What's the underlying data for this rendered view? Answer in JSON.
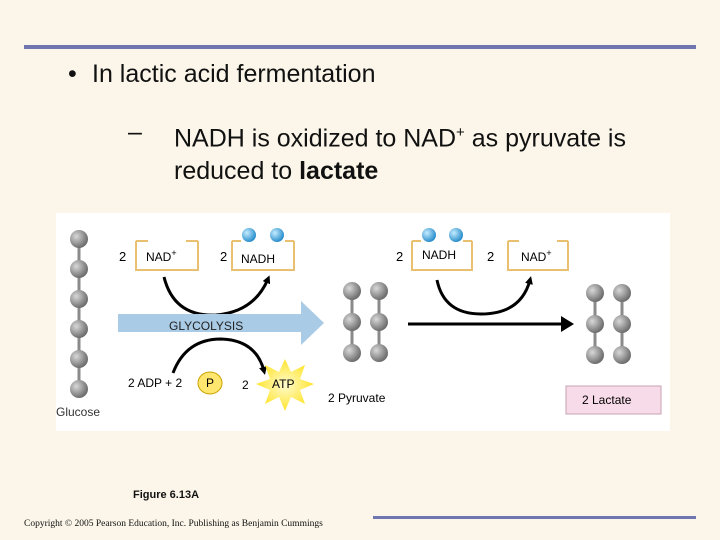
{
  "slide": {
    "bullet": "In lactic acid fermentation",
    "sub_pre": "NADH is oxidized to NAD",
    "sub_sup": "+",
    "sub_mid": " as pyruvate is",
    "sub_line2_pre": "reduced to ",
    "sub_bold": "lactate",
    "figure_label": "Figure 6.13A",
    "copyright": "Copyright © 2005 Pearson Education, Inc. Publishing as Benjamin Cummings"
  },
  "diagram": {
    "glucose": "Glucose",
    "nad_coef": "2",
    "nad": "NAD",
    "plus": "+",
    "nadh_coef": "2",
    "nadh": "NADH",
    "glycolysis": "GLYCOLYSIS",
    "adp": "2 ADP + 2",
    "p": "P",
    "atp_coef": "2",
    "atp": "ATP",
    "pyruvate": "2 Pyruvate",
    "nadh2_coef": "2",
    "nadh2": "NADH",
    "nad2_coef": "2",
    "nad2": "NAD",
    "lactate": "2 Lactate"
  },
  "colors": {
    "accent_bar": "#6f76b0",
    "background": "#fbf6e9",
    "glycolysis_arrow": "#a9cbe6",
    "lactate_box": "#f7dbe8",
    "atp_star": "#ffe83a",
    "phosphate": "#ffe66e",
    "carbon_ball": "#8c8c8c",
    "blue_ball": "#59b6e8",
    "box_border": "#e8c070"
  }
}
